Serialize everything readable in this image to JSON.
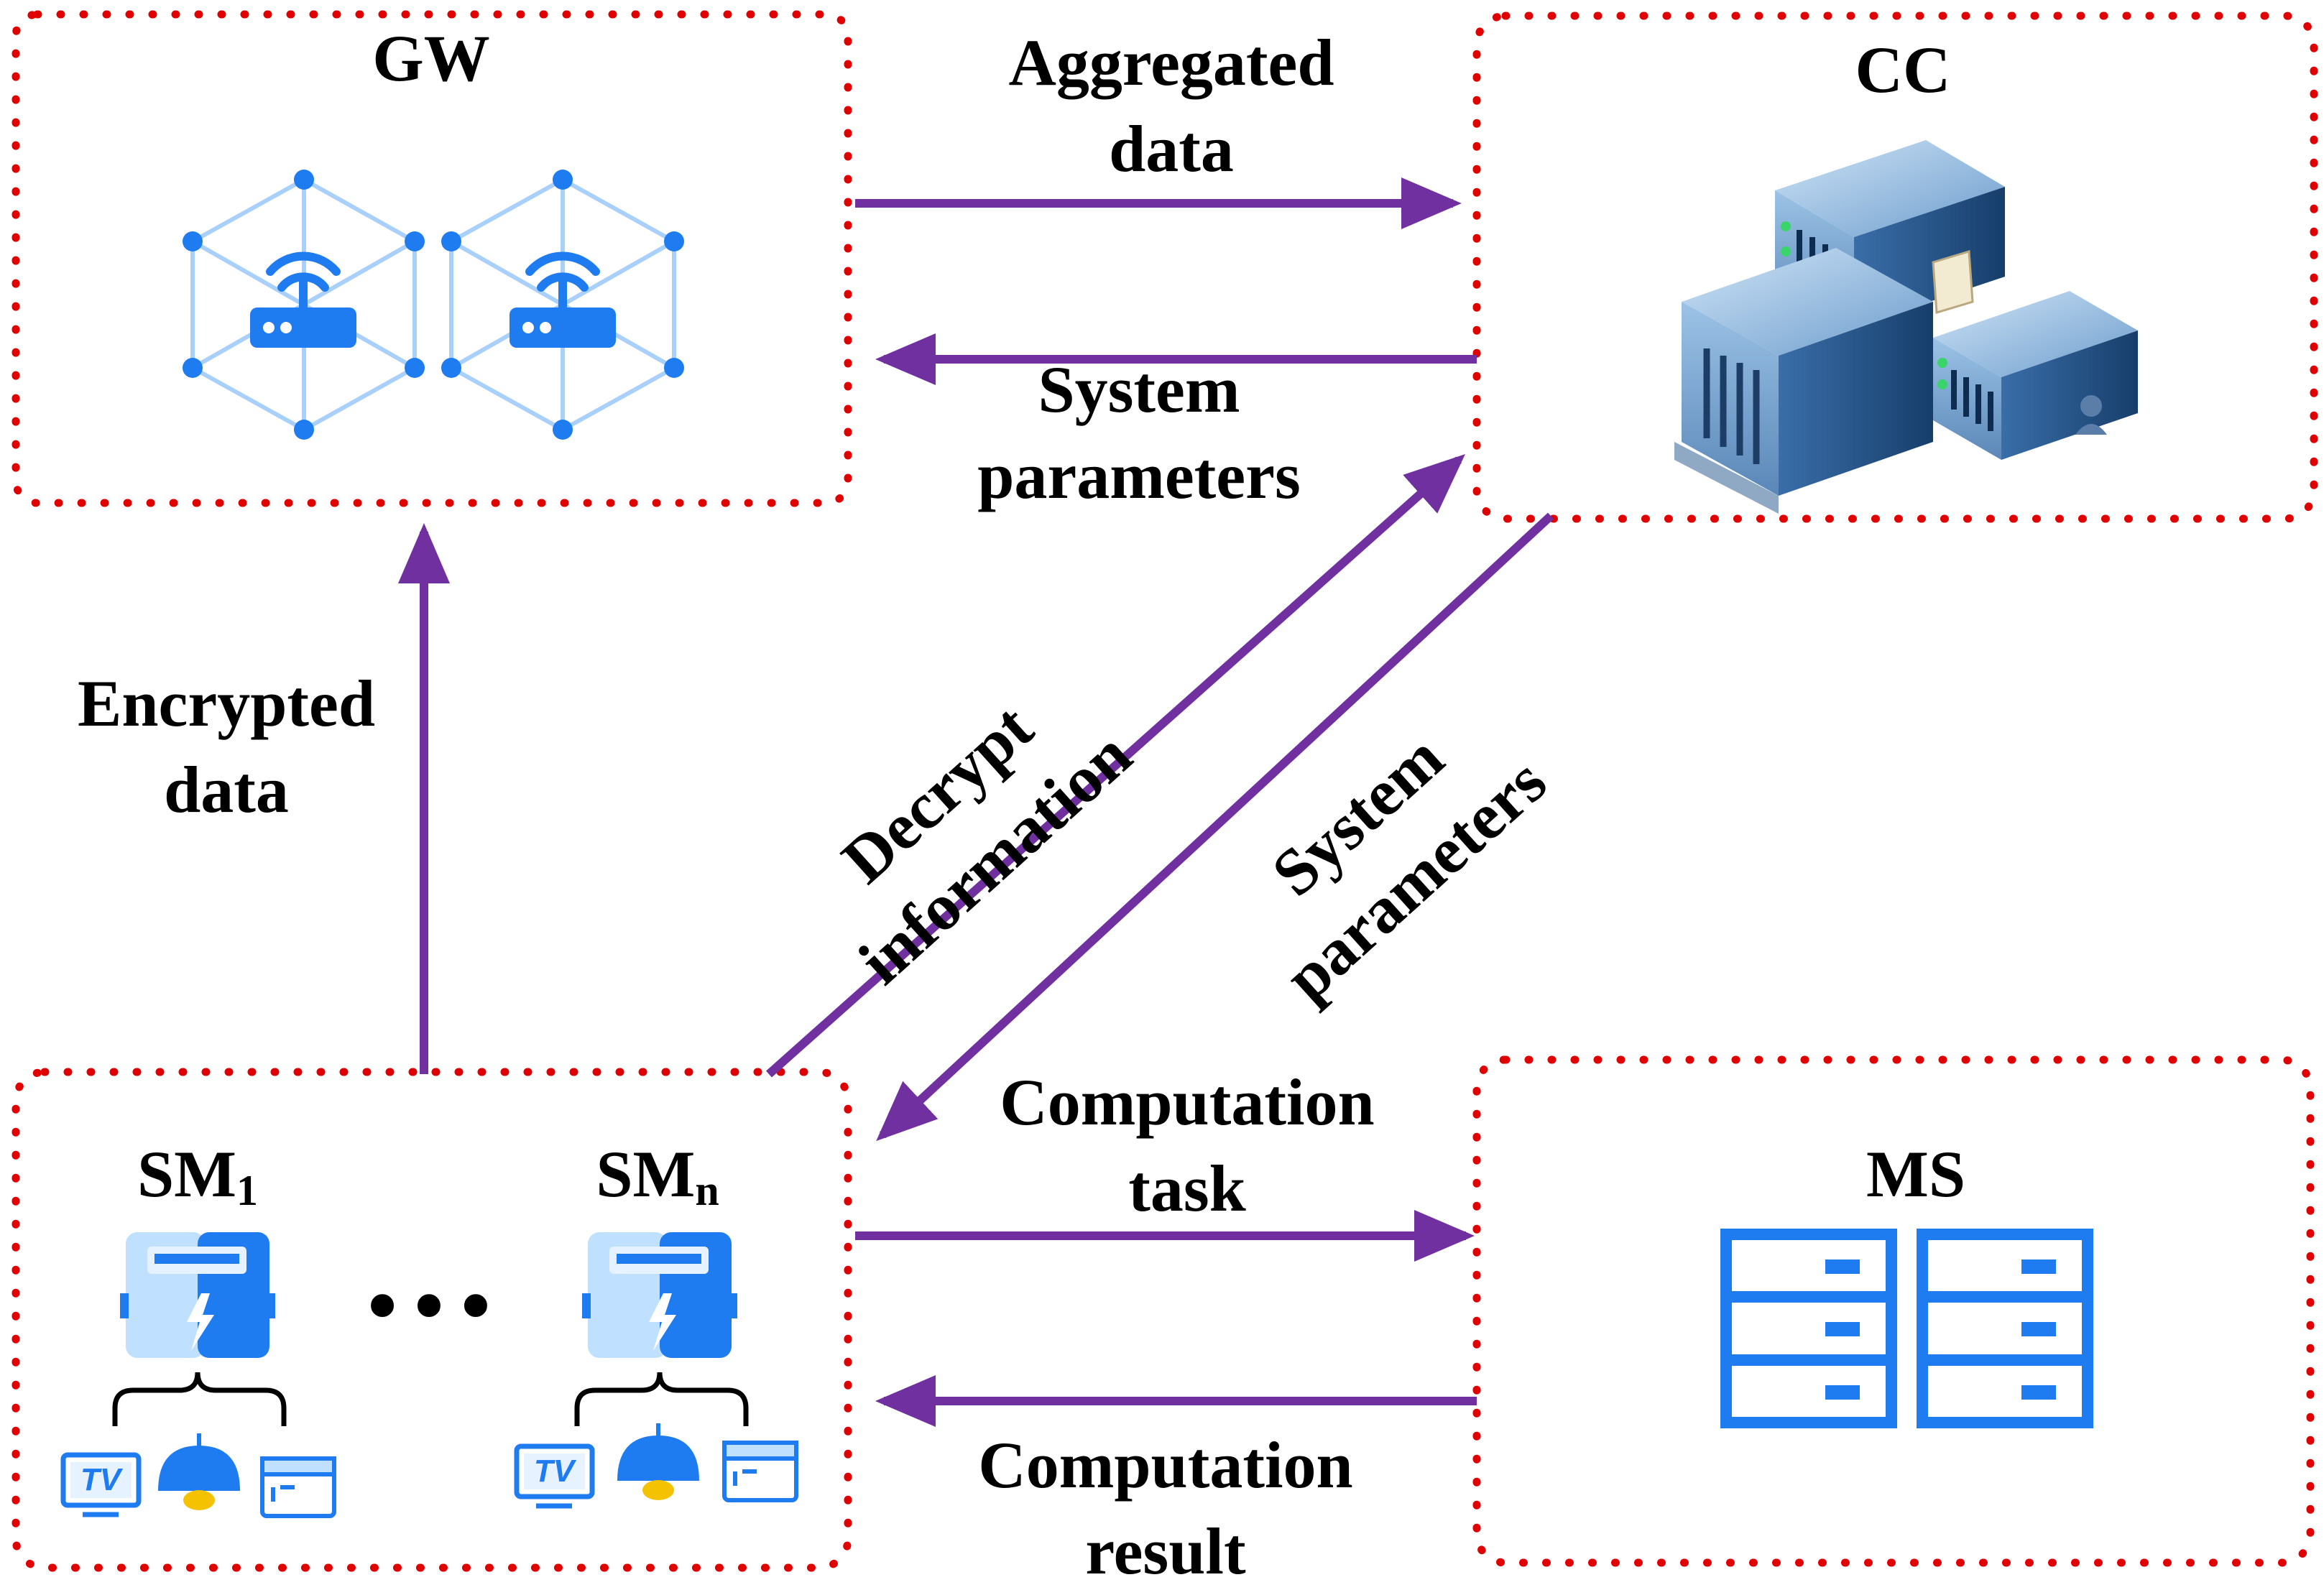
{
  "nodes": {
    "gw": {
      "label": "GW"
    },
    "cc": {
      "label": "CC"
    },
    "ms": {
      "label": "MS"
    },
    "sm1": {
      "base": "SM",
      "sub": "1"
    },
    "smn": {
      "base": "SM",
      "sub": "n"
    },
    "ellipsis": "•••",
    "device_tv": "TV"
  },
  "edges": {
    "aggregated": {
      "line1": "Aggregated",
      "line2": "data"
    },
    "sys_params_top": {
      "line1": "System",
      "line2": "parameters"
    },
    "encrypted": {
      "line1": "Encrypted",
      "line2": "data"
    },
    "decrypt": {
      "line1": "Decrypt",
      "line2": "information"
    },
    "sys_params_diag": {
      "line1": "System",
      "line2": "parameters"
    },
    "comp_task": {
      "line1": "Computation",
      "line2": "task"
    },
    "comp_result": {
      "line1": "Computation",
      "line2": "result"
    }
  },
  "colors": {
    "arrow": "#7030a0",
    "box_border": "#e00000",
    "icon_blue": "#1e7cf0",
    "icon_light": "#bfe0ff",
    "bulb": "#f5c200"
  }
}
